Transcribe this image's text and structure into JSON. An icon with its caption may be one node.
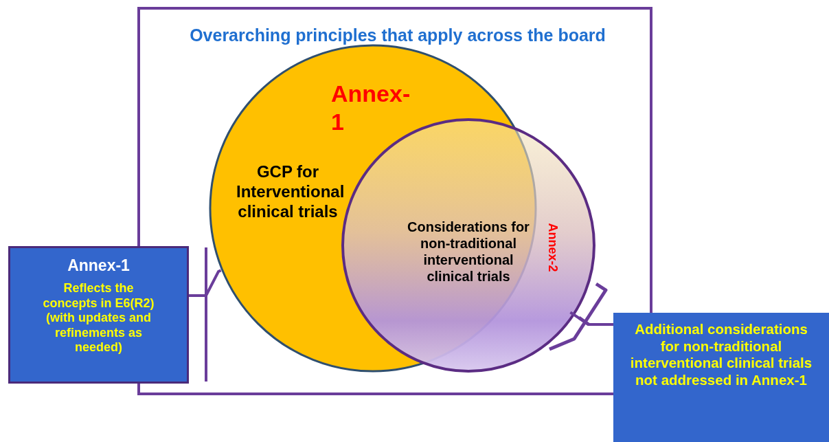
{
  "diagram": {
    "nodes": [
      {
        "text": [
          "Overarching principles that apply across the board"
        ]
      },
      {
        "text": [
          "Annex-1",
          "GCP for Interventional clinical trials"
        ],
        "in": 0
      },
      {
        "text": [
          "Considerations for non-traditional interventional clinical trials",
          "Annex-2"
        ],
        "in": 0
      },
      {
        "text": [
          "Annex-1",
          "Reflects the concepts in E6(R2) (with updates and refinements as needed)"
        ]
      },
      {
        "text": [
          "Additional considerations for non-traditional interventional clinical trials not addressed in Annex-1"
        ]
      }
    ],
    "edges": [
      {
        "from": 3,
        "to": 1,
        "arrow": "none"
      },
      {
        "from": 4,
        "to": 2,
        "arrow": "none"
      }
    ]
  }
}
